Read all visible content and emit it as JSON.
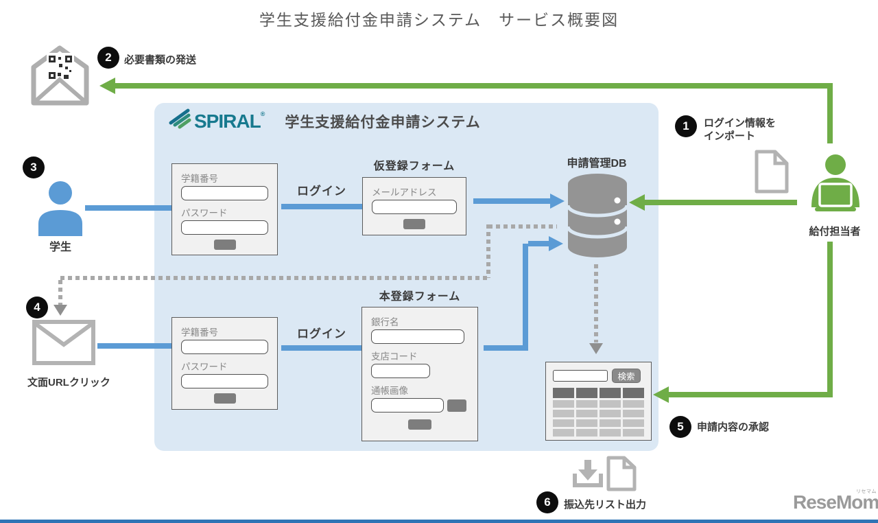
{
  "title": "学生支援給付金申請システム　サービス概要図",
  "header": {
    "brand": "SPIRAL",
    "reg": "®",
    "system": "学生支援給付金申請システム"
  },
  "steps": {
    "s1": {
      "num": "1",
      "line1": "ログイン情報を",
      "line2": "インポート"
    },
    "s2": {
      "num": "2",
      "label": "必要書類の発送"
    },
    "s3": {
      "num": "3"
    },
    "s4": {
      "num": "4",
      "label": "文面URLクリック"
    },
    "s5": {
      "num": "5",
      "label": "申請内容の承認"
    },
    "s6": {
      "num": "6",
      "label": "振込先リスト出力"
    }
  },
  "actors": {
    "student": "学生",
    "staff": "給付担当者"
  },
  "db": {
    "label": "申請管理DB"
  },
  "forms": {
    "login1": {
      "student_id": "学籍番号",
      "password": "パスワード"
    },
    "login2": {
      "student_id": "学籍番号",
      "password": "パスワード"
    },
    "temp": {
      "title": "仮登録フォーム",
      "email": "メールアドレス"
    },
    "main": {
      "title": "本登録フォーム",
      "bank": "銀行名",
      "branch": "支店コード",
      "passbook": "通帳画像"
    }
  },
  "connectors": {
    "login1": "ログイン",
    "login2": "ログイン"
  },
  "table": {
    "search_button": "検索"
  },
  "footer": {
    "logo": "ReseMom",
    "logo_ruby": "リセマム",
    "dot": "."
  },
  "colors": {
    "accent_blue": "#5b9bd5",
    "accent_green": "#6fad47",
    "panel_bg": "#dbe8f4",
    "gray_icon": "#b0b0b0",
    "circle_bg": "#0d0d0d",
    "footer_bar": "#2e74b5"
  }
}
